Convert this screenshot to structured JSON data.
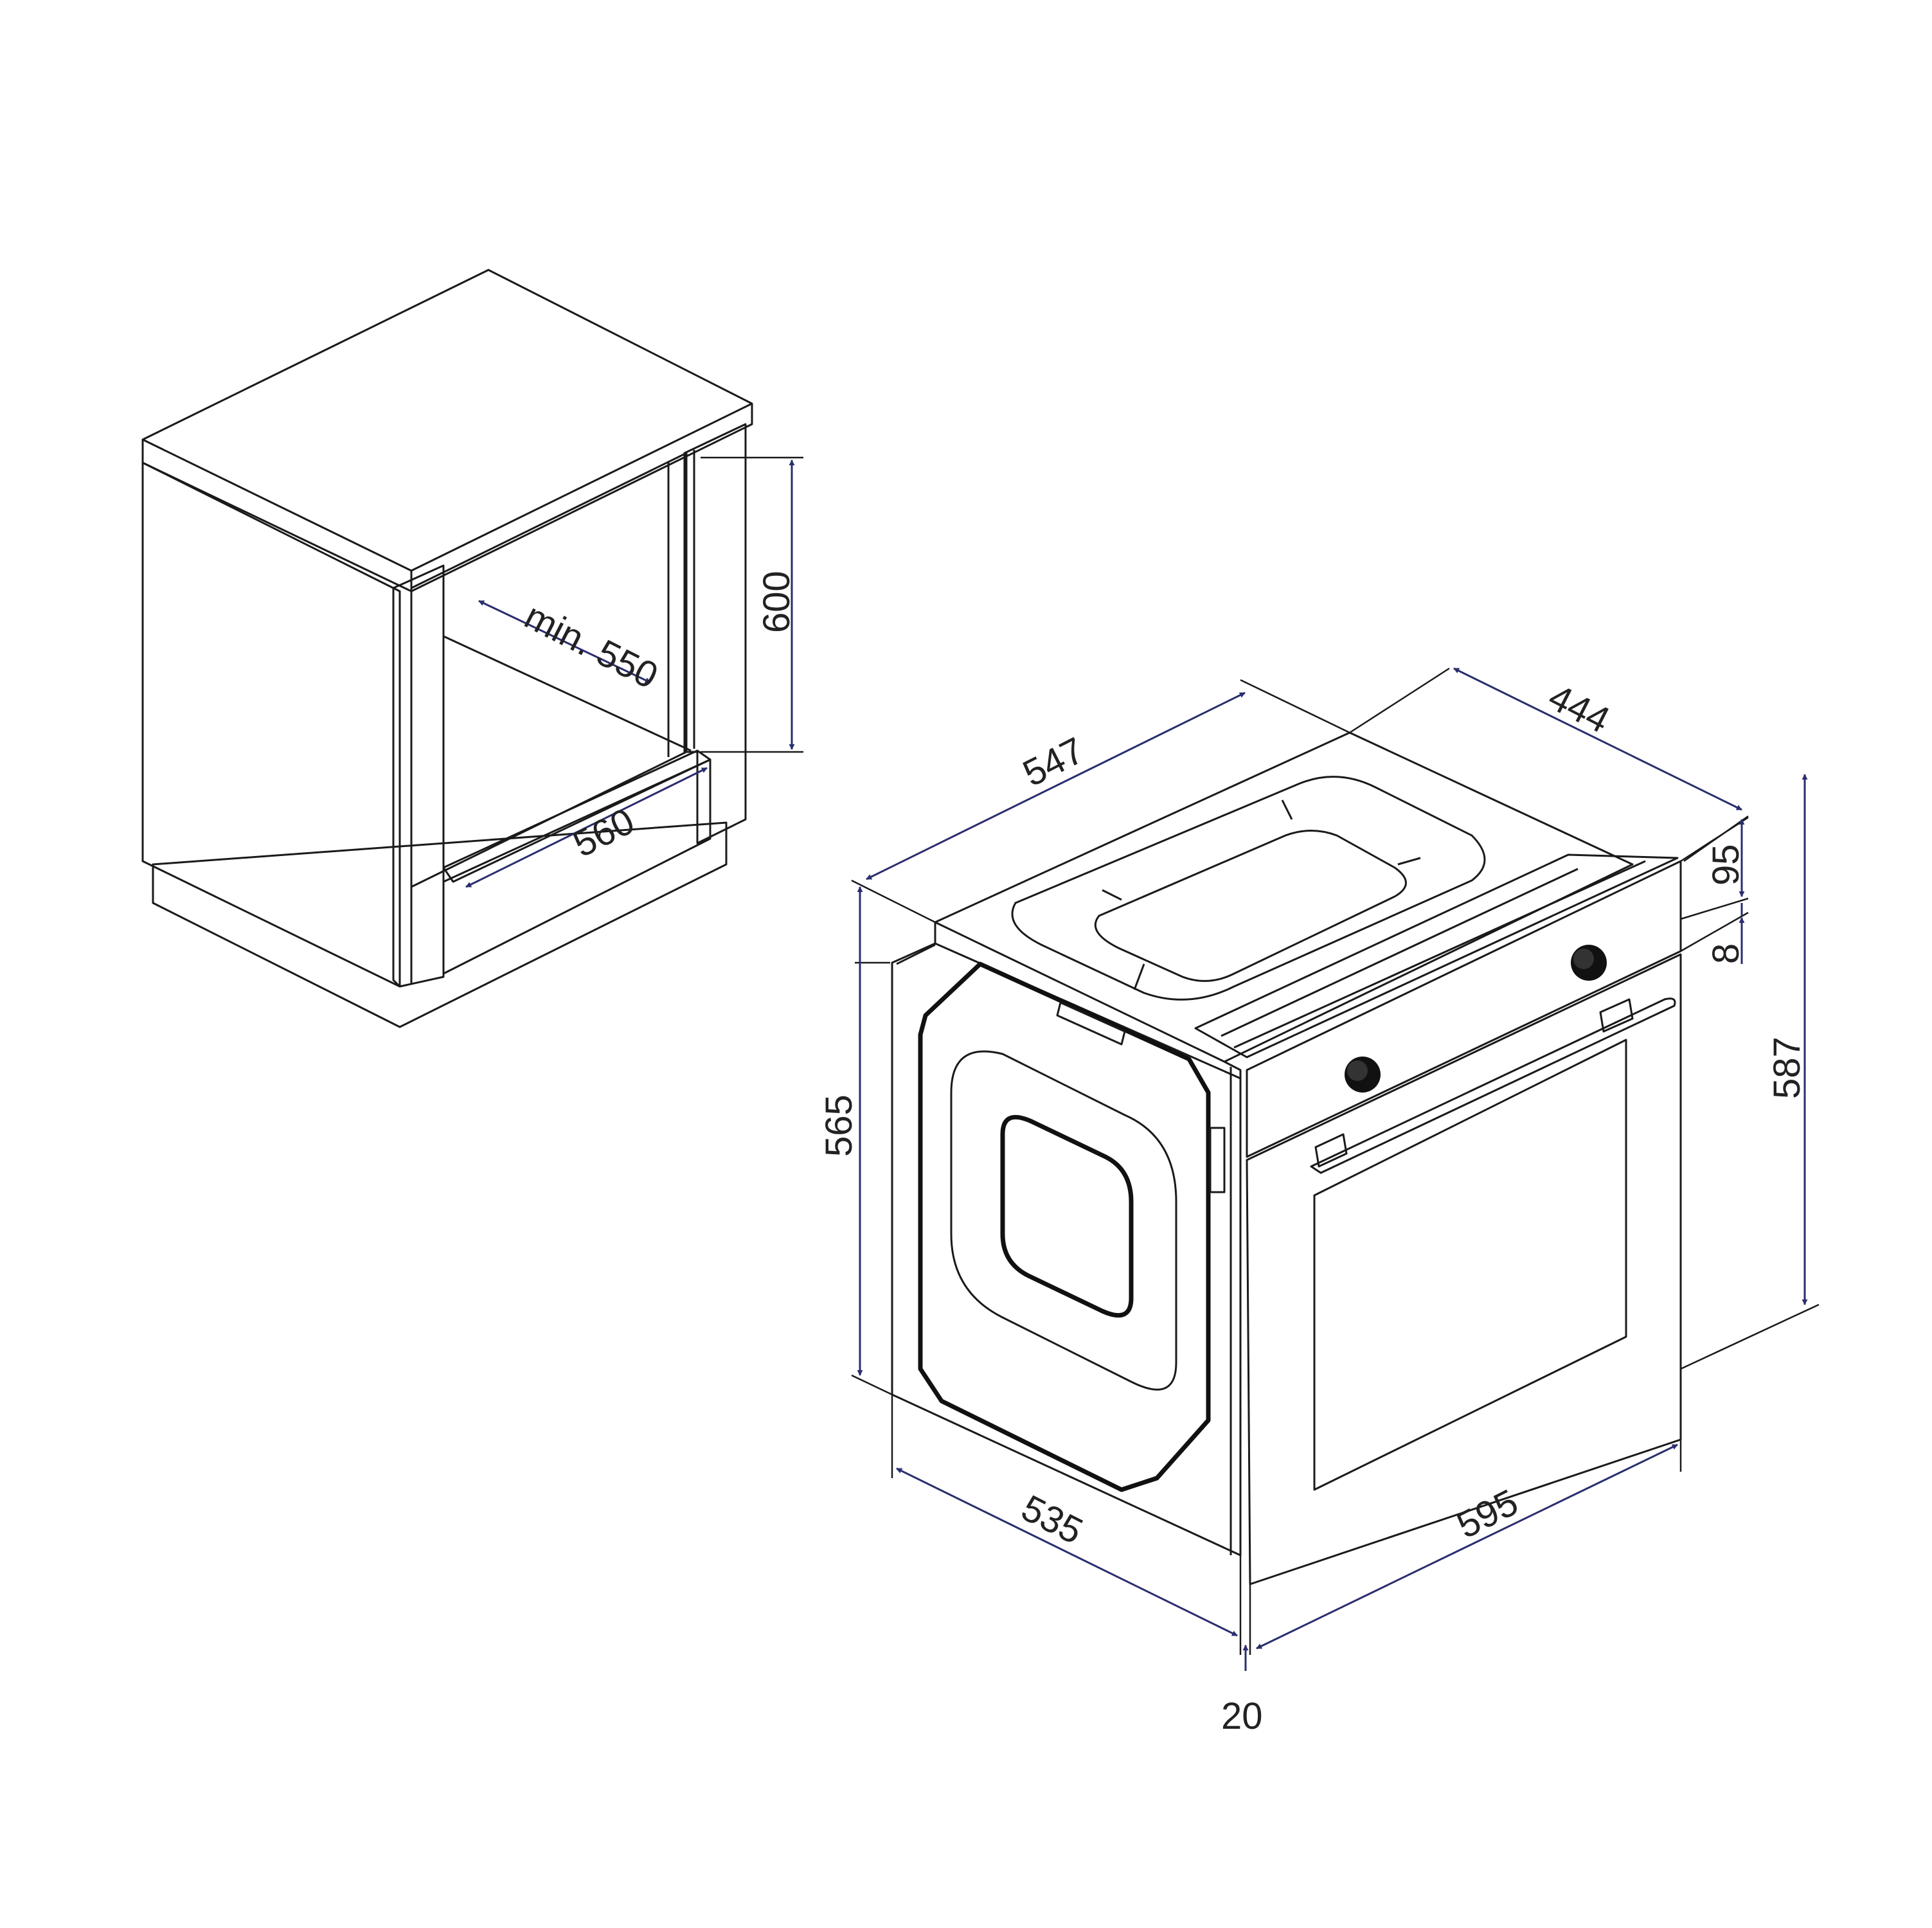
{
  "cabinet": {
    "label_depth": "min. 550",
    "label_height": "600",
    "label_width": "560"
  },
  "oven": {
    "label_top_depth": "547",
    "label_top_width": "444",
    "label_height_left": "565",
    "label_height_right": "587",
    "label_panel": "95",
    "label_gap": "8",
    "label_depth": "535",
    "label_width": "595",
    "label_front": "20"
  },
  "colors": {
    "cabinet_fill": "#b9bcbc",
    "cabinet_top": "#bcbfbf",
    "oven_panel": "#a9a9a9",
    "oven_glass": "#d6d6d6",
    "dimension_line": "#2a2d6e"
  }
}
